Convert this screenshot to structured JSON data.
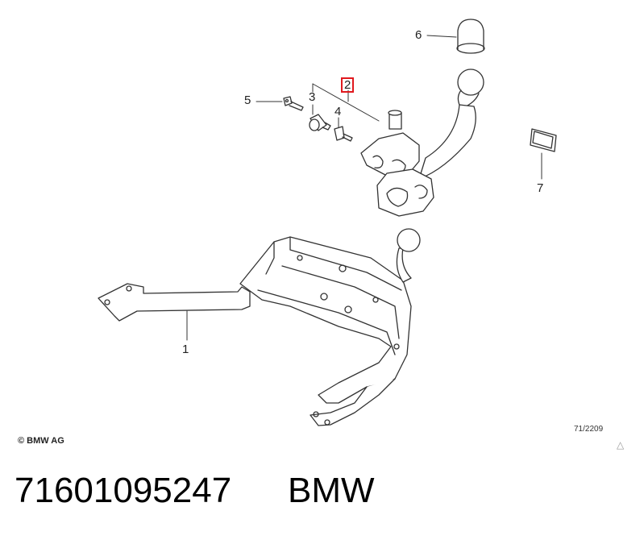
{
  "callouts": {
    "frame": "1",
    "ball_neck": "2",
    "part_3": "3",
    "part_4": "4",
    "key": "5",
    "ball_cap": "6",
    "label_plate": "7"
  },
  "highlighted_callout": "2",
  "colors": {
    "highlight": "#e0191e",
    "line": "#333333"
  },
  "footer": {
    "copyright": "© BMW AG",
    "reference_code": "71/2209",
    "warning_symbol": "△"
  },
  "caption": {
    "part_number": "71601095247",
    "brand": "BMW"
  }
}
